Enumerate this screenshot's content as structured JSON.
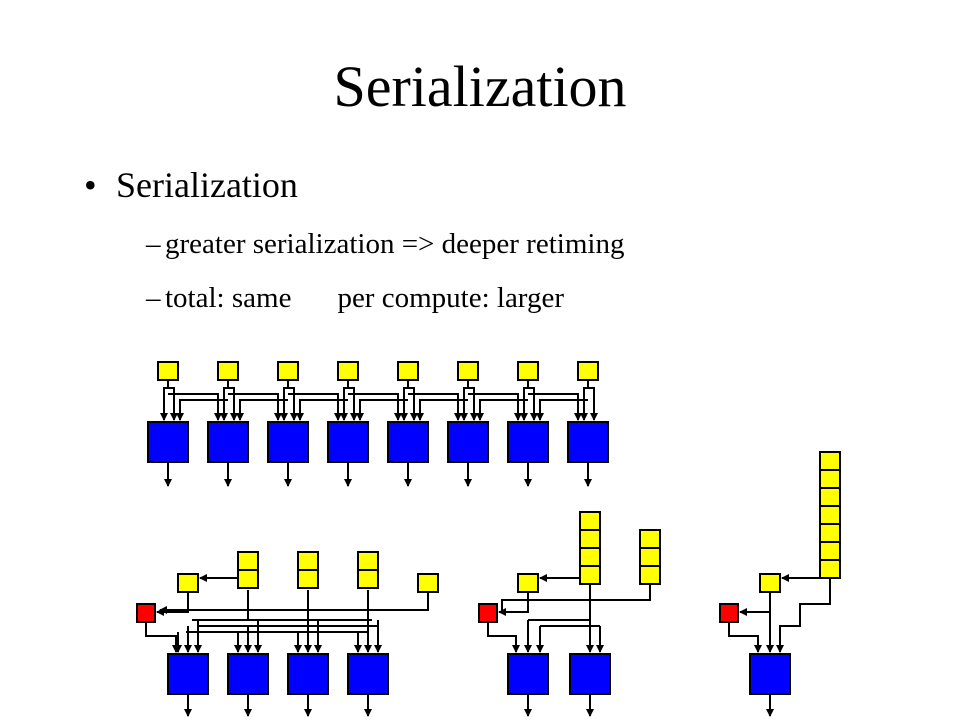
{
  "slide": {
    "title": "Serialization",
    "bullet": {
      "marker": "•",
      "text": "Serialization"
    },
    "subpoints": [
      {
        "marker": "–",
        "text": "greater serialization => deeper retiming"
      },
      {
        "marker": "–",
        "text": "total: same",
        "text2": "per compute: larger"
      }
    ]
  },
  "diagram": {
    "colors": {
      "input_register": "#ffff00",
      "compute_block": "#0000ff",
      "feedback_register": "#ff0000",
      "wire": "#000000"
    },
    "configurations": [
      {
        "compute_blocks": 8,
        "register_stack_depths": [
          1,
          1,
          1,
          1,
          1,
          1,
          1,
          1
        ],
        "feedback_register": false
      },
      {
        "compute_blocks": 4,
        "register_stack_depths": [
          1,
          2,
          2,
          2,
          1
        ],
        "feedback_register": true
      },
      {
        "compute_blocks": 2,
        "register_stack_depths": [
          1,
          4,
          3
        ],
        "feedback_register": true
      },
      {
        "compute_blocks": 1,
        "register_stack_depths": [
          1,
          7
        ],
        "feedback_register": true
      }
    ]
  }
}
